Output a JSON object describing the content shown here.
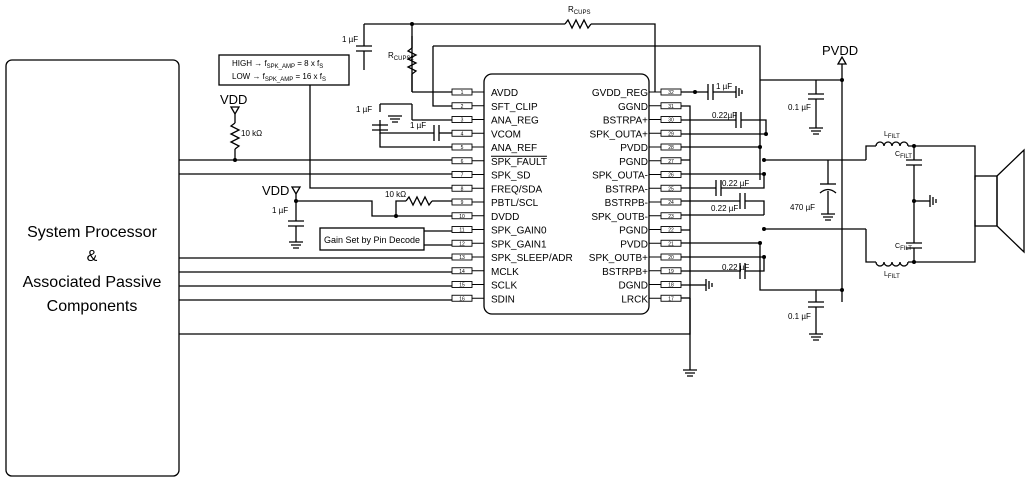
{
  "system": {
    "line1": "System Processor",
    "line2": "&",
    "line3": "Associated Passive",
    "line4": "Components"
  },
  "note": {
    "high_a": "HIGH → f",
    "high_sub": "SPK_AMP",
    "high_b": " = 8 x f",
    "low_a": "LOW → f",
    "low_sub": "SPK_AMP",
    "low_b": " = 16 x f",
    "s_sub": "S"
  },
  "gain_box": "Gain Set by Pin Decode",
  "supplies": {
    "vdd_top": "VDD",
    "vdd_bot": "VDD",
    "pvdd": "PVDD"
  },
  "components": {
    "r_10k_1": "10 kΩ",
    "r_10k_2": "10 kΩ",
    "c_1u_dvdd": "1 µF",
    "c_1u_top": "1 µF",
    "c_1u_anareg": "1 µF",
    "c_1u_vcom": "1 µF",
    "c_1u_gvdd": "1 µF",
    "c_022_a": "0.22µF",
    "c_022_b": "0.22 µF",
    "c_022_c": "0.22 µF",
    "c_022_d": "0.22 µF",
    "c_01_top": "0.1 µF",
    "c_01_bot": "0.1 µF",
    "c_470": "470 µF",
    "r_cups": "R",
    "r_cups_sub": "CUPS",
    "r_cups2": "R",
    "r_cups2_sub": "CUPS2",
    "l_filt": "L",
    "l_filt_sub": "FILT",
    "c_filt": "C",
    "c_filt_sub": "FILT"
  },
  "left_pins": [
    {
      "num": "1",
      "name": "AVDD"
    },
    {
      "num": "2",
      "name": "SFT_CLIP"
    },
    {
      "num": "3",
      "name": "ANA_REG"
    },
    {
      "num": "4",
      "name": "VCOM"
    },
    {
      "num": "5",
      "name": "ANA_REF"
    },
    {
      "num": "6",
      "name": "SPK_FAULT"
    },
    {
      "num": "7",
      "name": "SPK_SD"
    },
    {
      "num": "8",
      "name": "FREQ/SDA"
    },
    {
      "num": "9",
      "name": "PBTL/SCL"
    },
    {
      "num": "10",
      "name": "DVDD"
    },
    {
      "num": "11",
      "name": "SPK_GAIN0"
    },
    {
      "num": "12",
      "name": "SPK_GAIN1"
    },
    {
      "num": "13",
      "name": "SPK_SLEEP/ADR"
    },
    {
      "num": "14",
      "name": "MCLK"
    },
    {
      "num": "15",
      "name": "SCLK"
    },
    {
      "num": "16",
      "name": "SDIN"
    }
  ],
  "right_pins": [
    {
      "num": "32",
      "name": "GVDD_REG"
    },
    {
      "num": "31",
      "name": "GGND"
    },
    {
      "num": "30",
      "name": "BSTRPA+"
    },
    {
      "num": "29",
      "name": "SPK_OUTA+"
    },
    {
      "num": "28",
      "name": "PVDD"
    },
    {
      "num": "27",
      "name": "PGND"
    },
    {
      "num": "26",
      "name": "SPK_OUTA-"
    },
    {
      "num": "25",
      "name": "BSTRPA-"
    },
    {
      "num": "24",
      "name": "BSTRPB-"
    },
    {
      "num": "23",
      "name": "SPK_OUTB-"
    },
    {
      "num": "22",
      "name": "PGND"
    },
    {
      "num": "21",
      "name": "PVDD"
    },
    {
      "num": "20",
      "name": "SPK_OUTB+"
    },
    {
      "num": "19",
      "name": "BSTRPB+"
    },
    {
      "num": "18",
      "name": "DGND"
    },
    {
      "num": "17",
      "name": "LRCK"
    }
  ]
}
